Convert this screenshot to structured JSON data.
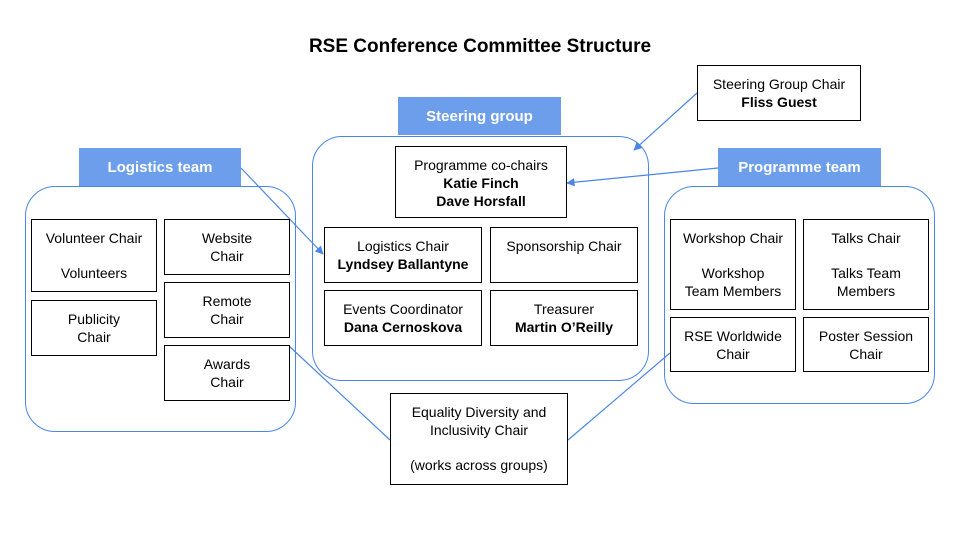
{
  "title": "RSE Conference Committee Structure",
  "colors": {
    "accent": "#6d9eeb",
    "group_border": "#4a86e8",
    "connector": "#4a86e8"
  },
  "groups": {
    "logistics": {
      "label": "Logistics team"
    },
    "steering": {
      "label": "Steering group"
    },
    "programme": {
      "label": "Programme team"
    }
  },
  "boxes": {
    "steering_chair": {
      "l1": "Steering Group Chair",
      "l2": "Fliss Guest"
    },
    "programme_cochairs": {
      "l1": "Programme co-chairs",
      "l2": "Katie Finch",
      "l3": "Dave Horsfall"
    },
    "logistics_chair": {
      "l1": "Logistics Chair",
      "l2": "Lyndsey Ballantyne"
    },
    "sponsorship_chair": {
      "l1": "Sponsorship Chair"
    },
    "events_coordinator": {
      "l1": "Events Coordinator",
      "l2": "Dana Cernoskova"
    },
    "treasurer": {
      "l1": "Treasurer",
      "l2": "Martin O’Reilly"
    },
    "volunteer_chair": {
      "l1": "Volunteer Chair",
      "l3": "Volunteers"
    },
    "website_chair": {
      "l1": "Website",
      "l2": "Chair"
    },
    "publicity_chair": {
      "l1": "Publicity",
      "l2": "Chair"
    },
    "remote_chair": {
      "l1": "Remote",
      "l2": "Chair"
    },
    "awards_chair": {
      "l1": "Awards",
      "l2": "Chair"
    },
    "workshop_chair": {
      "l1": "Workshop Chair",
      "l3": "Workshop",
      "l4": "Team Members"
    },
    "talks_chair": {
      "l1": "Talks Chair",
      "l3": "Talks Team",
      "l4": "Members"
    },
    "rse_worldwide_chair": {
      "l1": "RSE Worldwide",
      "l2": "Chair"
    },
    "poster_session_chair": {
      "l1": "Poster Session",
      "l2": "Chair"
    },
    "edi_chair": {
      "l1": "Equality Diversity and",
      "l2": "Inclusivity Chair",
      "l4": "(works across groups)"
    }
  }
}
